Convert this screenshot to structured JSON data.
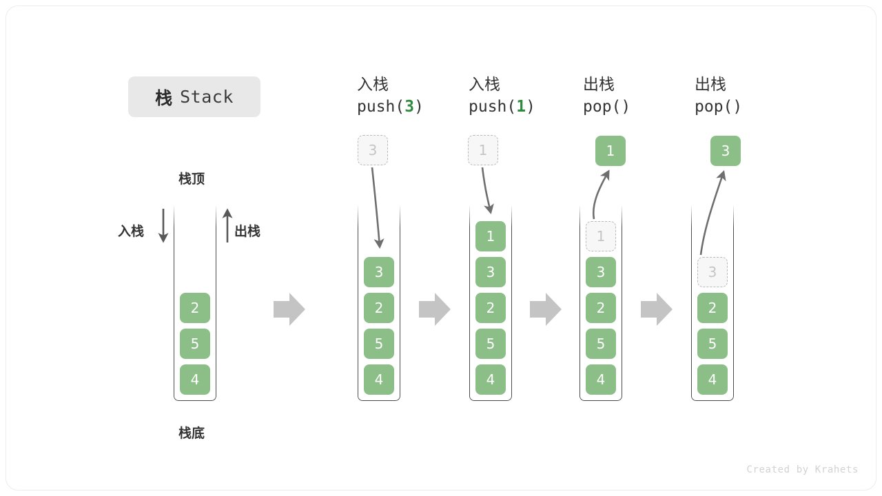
{
  "title": {
    "cn": "栈",
    "en": "Stack"
  },
  "labels": {
    "top": "栈顶",
    "bottom": "栈底",
    "push": "入栈",
    "pop": "出栈"
  },
  "colors": {
    "element_green": "#8bbf87",
    "element_text": "#ffffff",
    "ghost_border": "#b9b9b9",
    "ghost_text": "#c4c4c4",
    "ghost_fill": "#f7f7f7",
    "arrow_gray": "#6e6e6e",
    "block_arrow_gray": "#c4c4c4",
    "title_chip_bg": "#e8e8e8",
    "code_accent": "#2e8b3d",
    "text": "#333333",
    "card_border": "#ececec"
  },
  "initial_stack": {
    "elements": [
      "2",
      "5",
      "4"
    ]
  },
  "steps": [
    {
      "id": "push-3",
      "head_cn": "入栈",
      "head_code_prefix": "push(",
      "head_code_arg": "3",
      "head_code_suffix": ")",
      "incoming_value": "3",
      "incoming_state": "ghost",
      "direction": "push",
      "stack_elements": [
        "3",
        "2",
        "5",
        "4"
      ],
      "stack_states": [
        "filled",
        "filled",
        "filled",
        "filled"
      ]
    },
    {
      "id": "push-1",
      "head_cn": "入栈",
      "head_code_prefix": "push(",
      "head_code_arg": "1",
      "head_code_suffix": ")",
      "incoming_value": "1",
      "incoming_state": "ghost",
      "direction": "push",
      "stack_elements": [
        "1",
        "3",
        "2",
        "5",
        "4"
      ],
      "stack_states": [
        "filled",
        "filled",
        "filled",
        "filled",
        "filled"
      ]
    },
    {
      "id": "pop-1",
      "head_cn": "出栈",
      "head_code_prefix": "pop(",
      "head_code_arg": "",
      "head_code_suffix": ")",
      "incoming_value": "1",
      "incoming_state": "filled",
      "direction": "pop",
      "stack_elements": [
        "1",
        "3",
        "2",
        "5",
        "4"
      ],
      "stack_states": [
        "ghost",
        "filled",
        "filled",
        "filled",
        "filled"
      ]
    },
    {
      "id": "pop-2",
      "head_cn": "出栈",
      "head_code_prefix": "pop(",
      "head_code_arg": "",
      "head_code_suffix": ")",
      "incoming_value": "3",
      "incoming_state": "filled",
      "direction": "pop",
      "stack_elements": [
        "3",
        "2",
        "5",
        "4"
      ],
      "stack_states": [
        "ghost",
        "filled",
        "filled",
        "filled"
      ]
    }
  ],
  "watermark": "Created by Krahets"
}
